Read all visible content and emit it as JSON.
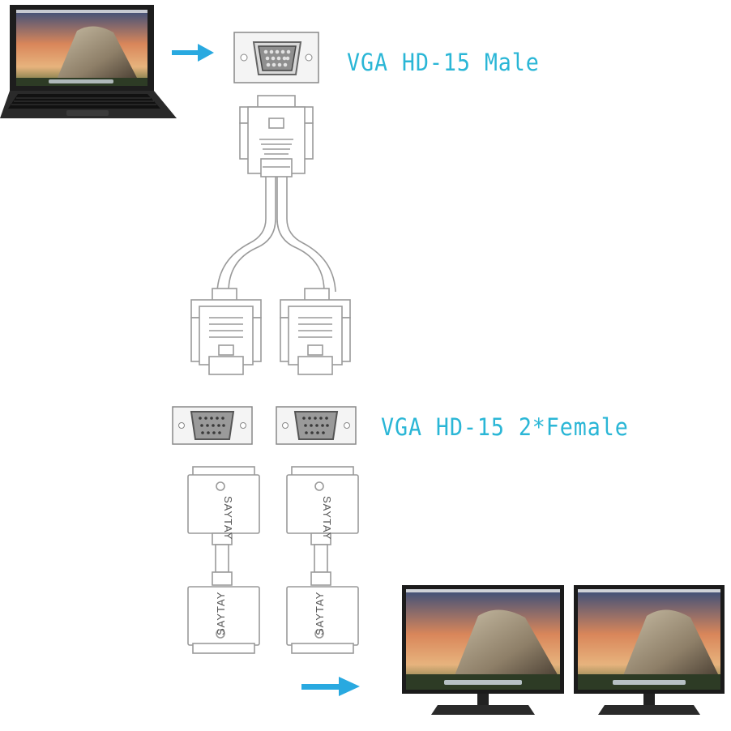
{
  "labels": {
    "male": "VGA HD-15 Male",
    "female": "VGA HD-15 2*Female"
  },
  "brand": "SAYTAY",
  "colors": {
    "accent": "#2ab6d6",
    "arrow": "#29a9e0",
    "line_art": "#9a9a9a"
  },
  "icons": {
    "laptop": "laptop-icon",
    "monitor": "monitor-icon",
    "arrow": "arrow-right-icon"
  }
}
